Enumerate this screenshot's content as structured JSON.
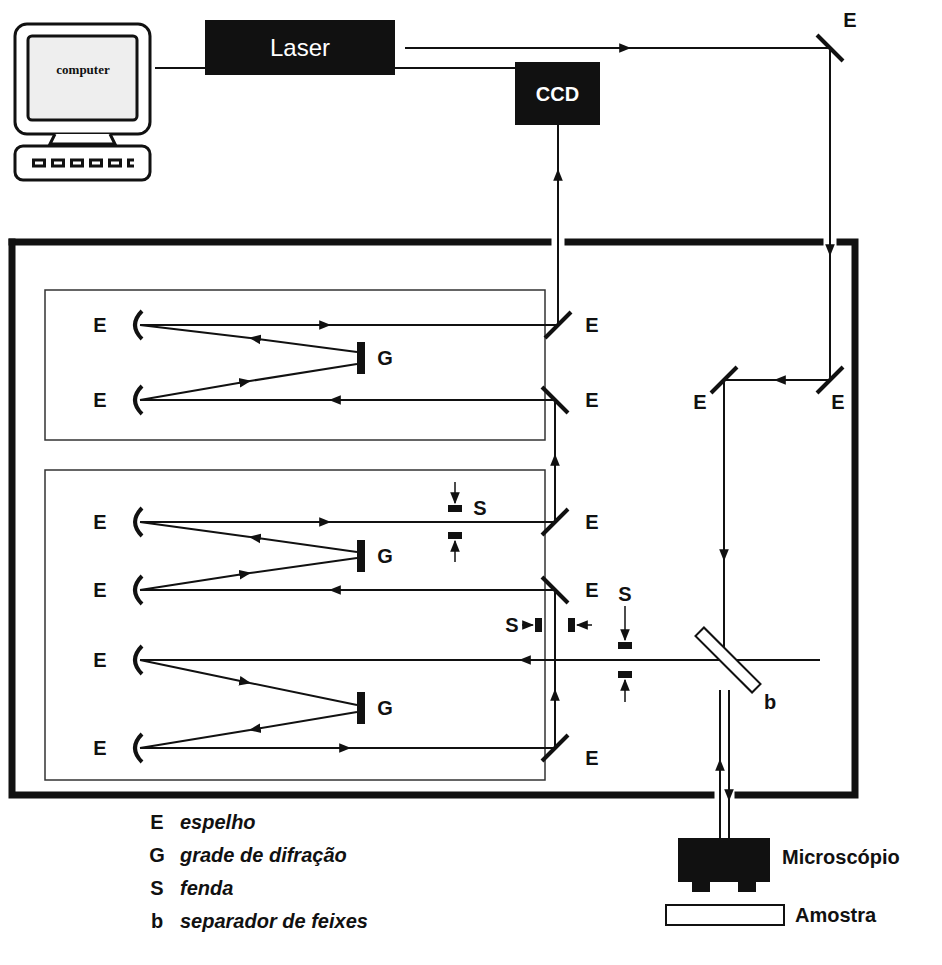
{
  "diagram": {
    "nodes": [
      {
        "text": [
          "Laser"
        ]
      },
      {
        "text": [
          "CCD"
        ]
      },
      {
        "text": [
          "computer"
        ]
      },
      {
        "text": [
          "Microscópio"
        ]
      },
      {
        "text": [
          "Amostra"
        ]
      }
    ],
    "edges": [
      {
        "from": 2,
        "to": 1,
        "arrow": "none"
      }
    ],
    "labels": [
      "E",
      "E",
      "E",
      "E",
      "E",
      "E",
      "E",
      "E",
      "E",
      "E",
      "E",
      "E",
      "E",
      "E",
      "G",
      "G",
      "G",
      "S",
      "S",
      "S",
      "b",
      "E",
      "G",
      "S",
      "b"
    ],
    "legend": [
      {
        "text": "espelho"
      },
      {
        "text": "grade de difração"
      },
      {
        "text": "fenda"
      },
      {
        "text": "separador de feixes"
      }
    ]
  }
}
